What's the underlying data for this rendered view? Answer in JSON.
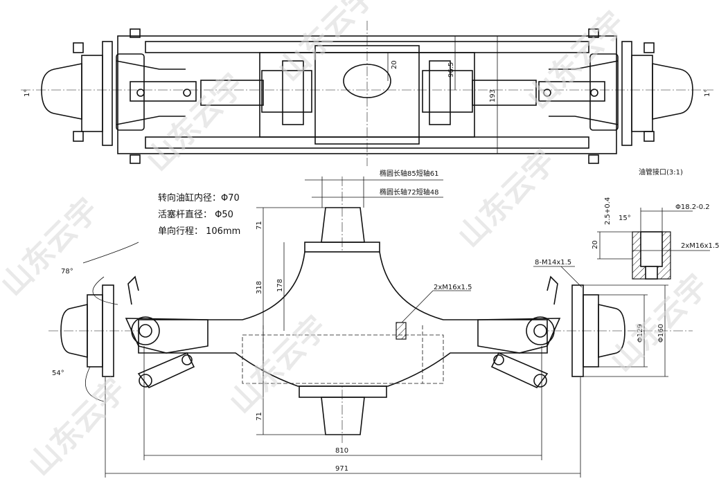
{
  "watermark": "山东云宇",
  "specs": {
    "cylinder_bore": "转向油缸内径：Φ70",
    "rod_diameter": "活塞杆直径：  Φ50",
    "stroke": "单向行程：  106mm"
  },
  "dimensions": {
    "ellipse_outer": "椭圆长轴85短轴61",
    "ellipse_inner": "椭圆长轴72短轴48",
    "top_20": "20",
    "top_96_5": "96.5",
    "top_193": "193",
    "angle_left": "1°",
    "angle_right": "1°",
    "h_71_top": "71",
    "h_318": "318",
    "h_178": "178",
    "h_71_bottom": "71",
    "angle_78": "78°",
    "angle_54": "54°",
    "thread_center": "2xM16x1.5",
    "bolts": "8-M14x1.5",
    "d129": "Φ129",
    "d160": "Φ160",
    "w810": "810",
    "w971": "971"
  },
  "detail": {
    "title": "油管接口(3:1)",
    "diameter": "Φ18.2-0.2",
    "depth_tol": "2.5+0.4",
    "angle": "15°",
    "depth": "20",
    "thread": "2xM16x1.5"
  }
}
